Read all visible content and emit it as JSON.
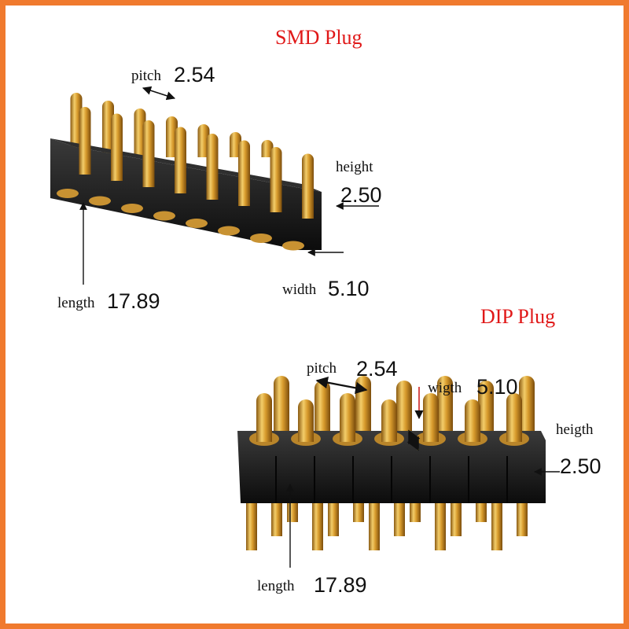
{
  "smd": {
    "title": "SMD Plug",
    "pitch": {
      "label": "pitch",
      "value": "2.54"
    },
    "height": {
      "label": "height",
      "value": "2.50"
    },
    "width": {
      "label": "width",
      "value": "5.10"
    },
    "length": {
      "label": "length",
      "value": "17.89"
    }
  },
  "dip": {
    "title": "DIP Plug",
    "pitch": {
      "label": "pitch",
      "value": "2.54"
    },
    "width": {
      "label": "wigth",
      "value": "5.10"
    },
    "height": {
      "label": "heigth",
      "value": "2.50"
    },
    "length": {
      "label": "length",
      "value": "17.89"
    }
  },
  "colors": {
    "border": "#f07a2e",
    "title": "#e01818",
    "gold": "#d9a13a",
    "body": "#1a1a1a"
  }
}
